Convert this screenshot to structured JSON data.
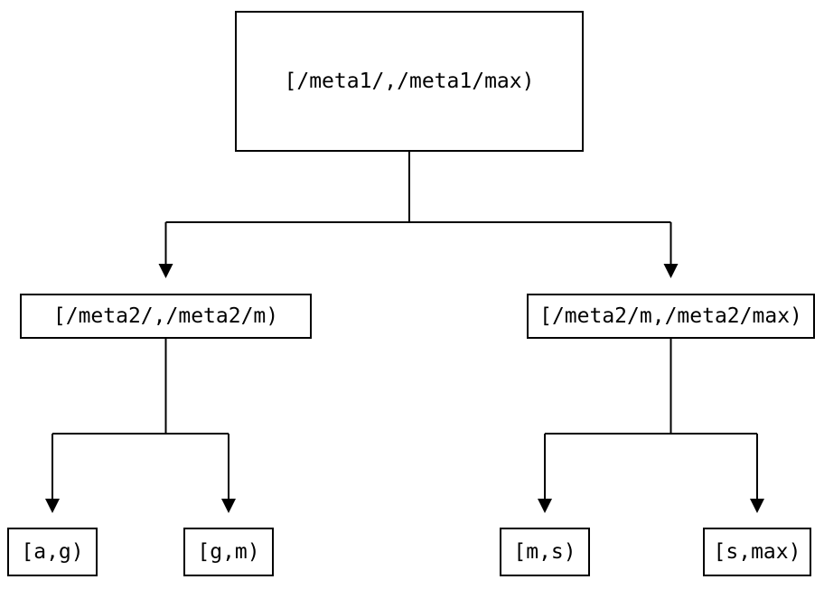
{
  "colors": {
    "background": "#ffffff",
    "line": "#000000",
    "box_border": "#000000",
    "text": "#000000"
  },
  "tree": {
    "root": {
      "label": "[/meta1/,/meta1/max)"
    },
    "level1": {
      "left": {
        "label": "[/meta2/,/meta2/m)"
      },
      "right": {
        "label": "[/meta2/m,/meta2/max)"
      }
    },
    "leaves": {
      "a_g": {
        "label": "[a,g)"
      },
      "g_m": {
        "label": "[g,m)"
      },
      "m_s": {
        "label": "[m,s)"
      },
      "s_max": {
        "label": "[s,max)"
      }
    }
  }
}
